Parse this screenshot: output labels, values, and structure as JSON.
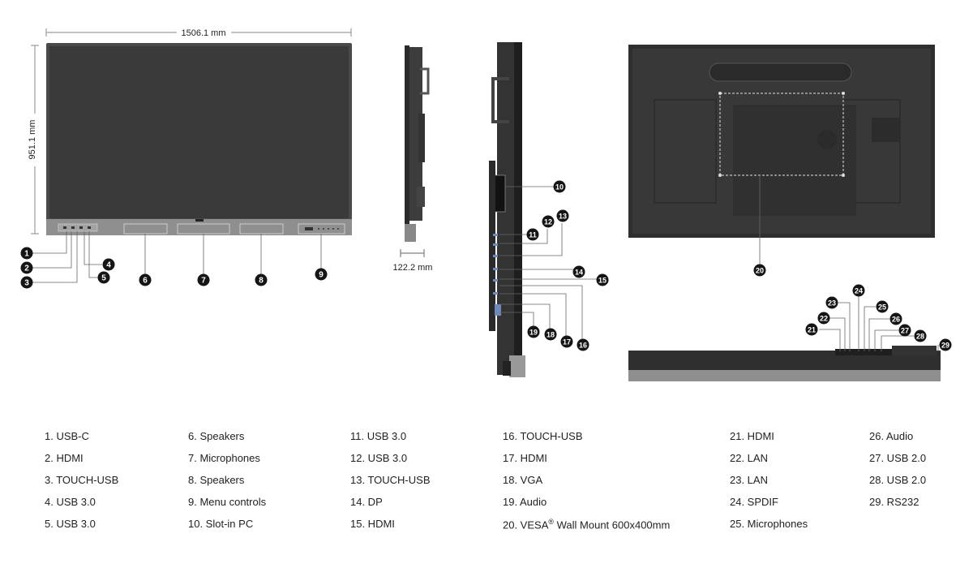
{
  "dimensions": {
    "width": "1506.1 mm",
    "height": "951.1 mm",
    "depth": "122.2 mm"
  },
  "callouts": [
    "1",
    "2",
    "3",
    "4",
    "5",
    "6",
    "7",
    "8",
    "9",
    "10",
    "11",
    "12",
    "13",
    "14",
    "15",
    "16",
    "17",
    "18",
    "19",
    "20",
    "21",
    "22",
    "23",
    "24",
    "25",
    "26",
    "27",
    "28",
    "29"
  ],
  "legend": {
    "columns": [
      [
        {
          "text": "1. USB-C"
        },
        {
          "text": "2. HDMI"
        },
        {
          "text": "3. TOUCH-USB"
        },
        {
          "text": "4. USB 3.0"
        },
        {
          "text": "5. USB 3.0"
        }
      ],
      [
        {
          "text": "6. Speakers"
        },
        {
          "text": "7. Microphones"
        },
        {
          "text": "8. Speakers"
        },
        {
          "text": "9. Menu controls"
        },
        {
          "text": "10. Slot-in PC"
        }
      ],
      [
        {
          "text": "11. USB 3.0"
        },
        {
          "text": "12. USB 3.0"
        },
        {
          "text": "13. TOUCH-USB"
        },
        {
          "text": "14. DP"
        },
        {
          "text": "15. HDMI"
        }
      ],
      [
        {
          "text": "16. TOUCH-USB"
        },
        {
          "text": "17. HDMI"
        },
        {
          "text": "18. VGA"
        },
        {
          "text": "19. Audio"
        },
        {
          "text": "20. VESA",
          "sup": "®",
          "suffix": " Wall Mount 600x400mm"
        }
      ],
      [
        {
          "text": "21. HDMI"
        },
        {
          "text": "22. LAN"
        },
        {
          "text": "23. LAN"
        },
        {
          "text": "24. SPDIF"
        },
        {
          "text": "25. Microphones"
        }
      ],
      [
        {
          "text": "26. Audio"
        },
        {
          "text": "27. USB 2.0"
        },
        {
          "text": "28. USB 2.0"
        },
        {
          "text": "29. RS232"
        }
      ]
    ]
  },
  "colors": {
    "screen": "#3a3a3a",
    "bezel": "#4a4a4a",
    "bar": "#8f8f8f",
    "callout": "#151515",
    "line": "#666666"
  }
}
